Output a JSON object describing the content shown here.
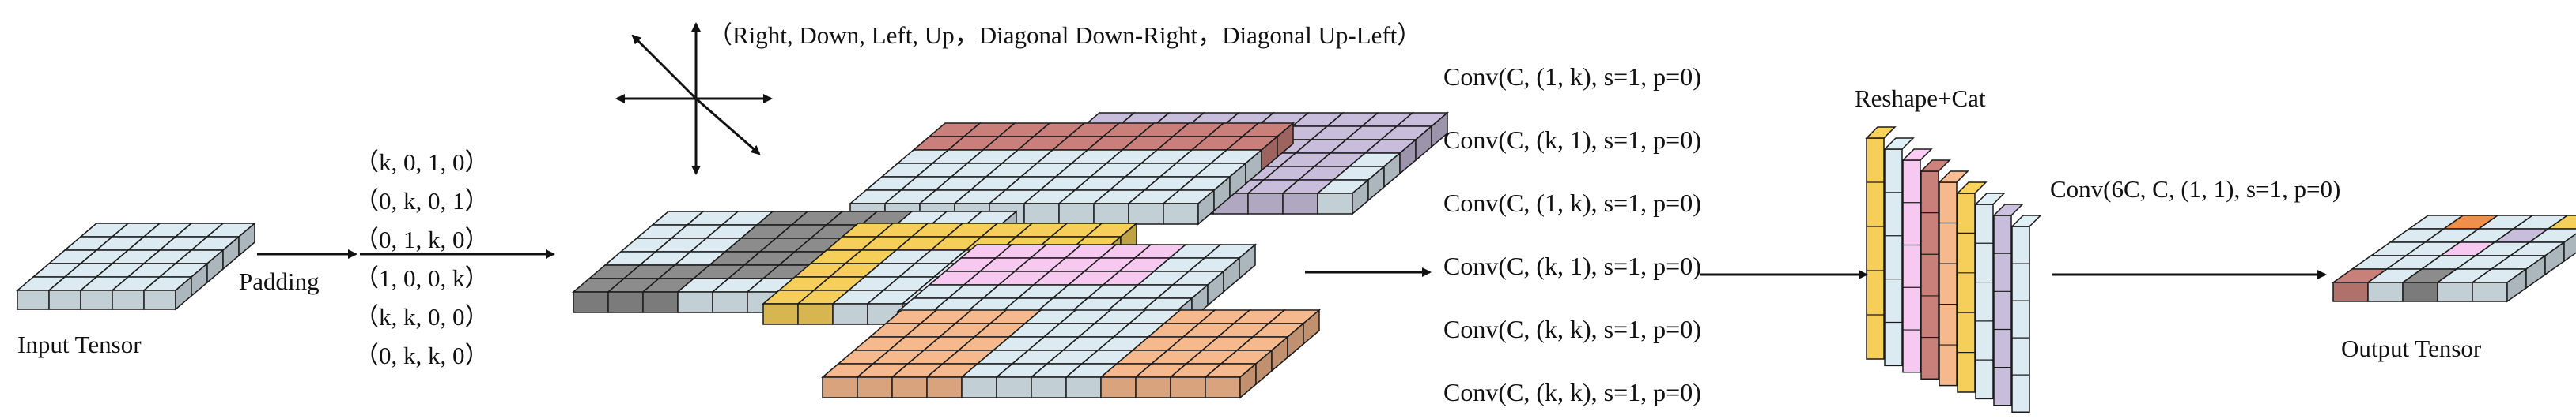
{
  "diagram": {
    "input_label": "Input Tensor",
    "padding_label": "Padding",
    "padding_tuples": [
      "（k, 0, 1, 0）",
      "（0, k, 0, 1）",
      "（0, 1, k, 0）",
      "（1, 0, 0, k）",
      "（k, k, 0, 0）",
      "（0, k, k, 0）"
    ],
    "directions_label": "（Right, Down, Left, Up，Diagonal Down-Right，Diagonal Up-Left）",
    "conv_labels": [
      "Conv(C, (1, k), s=1, p=0)",
      "Conv(C, (k, 1), s=1, p=0)",
      "Conv(C, (1, k), s=1, p=0)",
      "Conv(C, (k, 1), s=1, p=0)",
      "Conv(C, (k, k), s=1, p=0)",
      "Conv(C, (k, k), s=1, p=0)"
    ],
    "cat_label": "Reshape+Cat",
    "pointwise_label": "Conv(6C, C,  (1, 1), s=1, p=0)",
    "output_label": "Output Tensor"
  },
  "colors": {
    "base": "#dcebf2",
    "gray": "#8c8c8c",
    "rose": "#c9807a",
    "purple": "#c8bedb",
    "yellow": "#f5cf5a",
    "pink": "#f7c8f0",
    "peach": "#f6b98e",
    "orange": "#f08f4a",
    "stroke": "#1a1a1a"
  }
}
